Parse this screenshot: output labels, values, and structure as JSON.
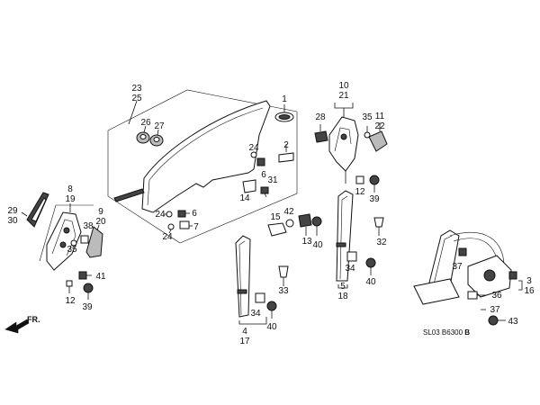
{
  "callouts": {
    "c1": "1",
    "c2": "2",
    "c3": "3",
    "c16": "16",
    "c4": "4",
    "c17": "17",
    "c5": "5",
    "c18": "18",
    "c6a": "6",
    "c6b": "6",
    "c7": "7",
    "c8": "8",
    "c19": "19",
    "c9": "9",
    "c20": "20",
    "c10": "10",
    "c21": "21",
    "c11": "11",
    "c22": "22",
    "c12a": "12",
    "c12b": "12",
    "c13": "13",
    "c14": "14",
    "c15": "15",
    "c23": "23",
    "c25": "25",
    "c24a": "24",
    "c24b": "24",
    "c24c": "24",
    "c26": "26",
    "c27": "27",
    "c28": "28",
    "c29": "29",
    "c30": "30",
    "c31": "31",
    "c32": "32",
    "c33": "33",
    "c34a": "34",
    "c34b": "34",
    "c35a": "35",
    "c35b": "35",
    "c36": "36",
    "c37a": "37",
    "c37b": "37",
    "c38": "38",
    "c39a": "39",
    "c39b": "39",
    "c40a": "40",
    "c40b": "40",
    "c40c": "40",
    "c41": "41",
    "c42": "42",
    "c43": "43"
  },
  "labels": {
    "front_arrow": "FR.",
    "diagram_code": "SL03 B6300",
    "diagram_code_suffix": "B"
  }
}
